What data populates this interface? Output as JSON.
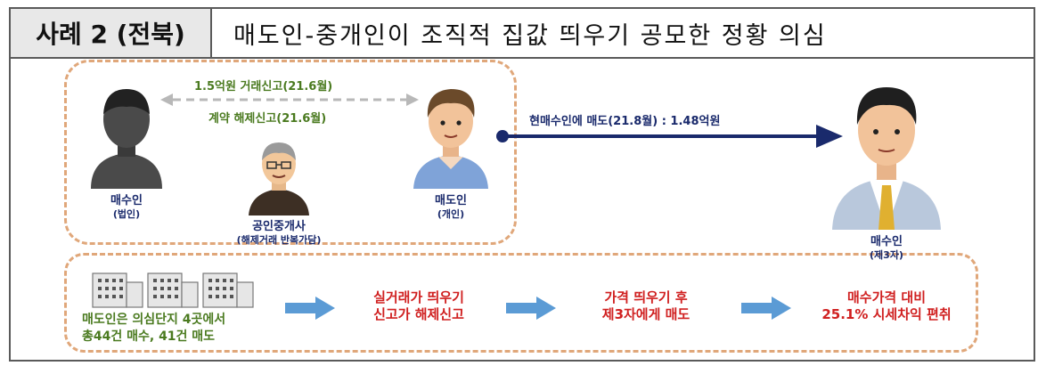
{
  "header": {
    "case_label": "사례 2 (전북)",
    "title": "매도인-중개인이 조직적 집값 띄우기 공모한 정황 의심"
  },
  "parties": {
    "buyer_corp": {
      "name": "매수인",
      "sub": "(법인)"
    },
    "agent": {
      "name": "공인중개사",
      "sub": "(해제거래 반복가담)"
    },
    "seller": {
      "name": "매도인",
      "sub": "(개인)"
    },
    "buyer_third": {
      "name": "매수인",
      "sub": "(제3자)"
    }
  },
  "arrows": {
    "report": "1.5억원 거래신고(21.6월)",
    "cancel": "계약 해제신고(21.6월)",
    "sale": "현매수인에 매도(21.8월) : 1.48억원"
  },
  "flow": {
    "step1_line1": "매도인은 의심단지 4곳에서",
    "step1_line2": "총44건 매수, 41건 매도",
    "step2_line1": "실거래가 띄우기",
    "step2_line2": "신고가 해제신고",
    "step3_line1": "가격 띄우기 후",
    "step3_line2": "제3자에게 매도",
    "step4_line1": "매수가격 대비",
    "step4_line2": "25.1% 시세차익 편취"
  },
  "colors": {
    "border": "#5a5a5a",
    "dash": "#e0a77a",
    "navy": "#1a2a6c",
    "green": "#4a7a1f",
    "red": "#d02020",
    "flow_arrow": "#5b9bd5"
  }
}
